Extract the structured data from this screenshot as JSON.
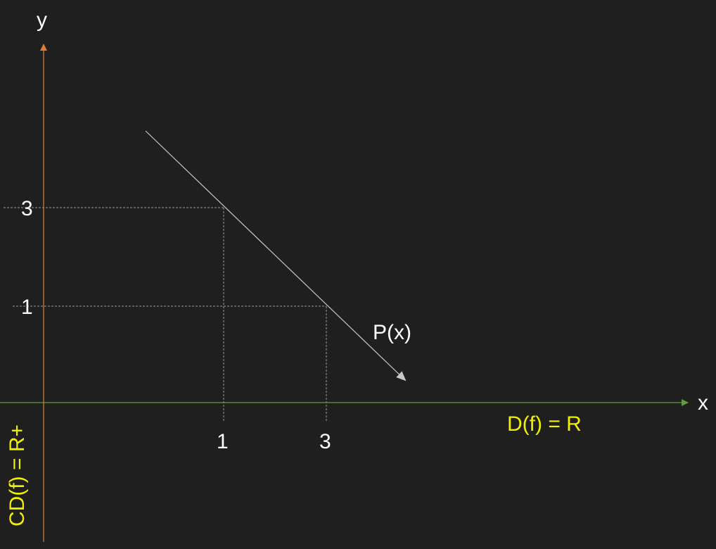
{
  "axes": {
    "x_label": "x",
    "y_label": "y",
    "x_axis_color": "#5fa03a",
    "y_axis_color": "#e07a3a"
  },
  "ticks": {
    "x": [
      "1",
      "3"
    ],
    "y": [
      "3",
      "1"
    ]
  },
  "points": [
    {
      "x": 1,
      "y": 3
    },
    {
      "x": 3,
      "y": 1
    }
  ],
  "curve": {
    "label": "P(x)",
    "color": "#c8c8c8"
  },
  "annotations": {
    "domain": "D(f) = R",
    "codomain": "CD(f) = R+",
    "color": "#f0f000"
  },
  "colors": {
    "background": "#1f1f1f",
    "text": "#ffffff",
    "guide": "#9a9a9a"
  }
}
